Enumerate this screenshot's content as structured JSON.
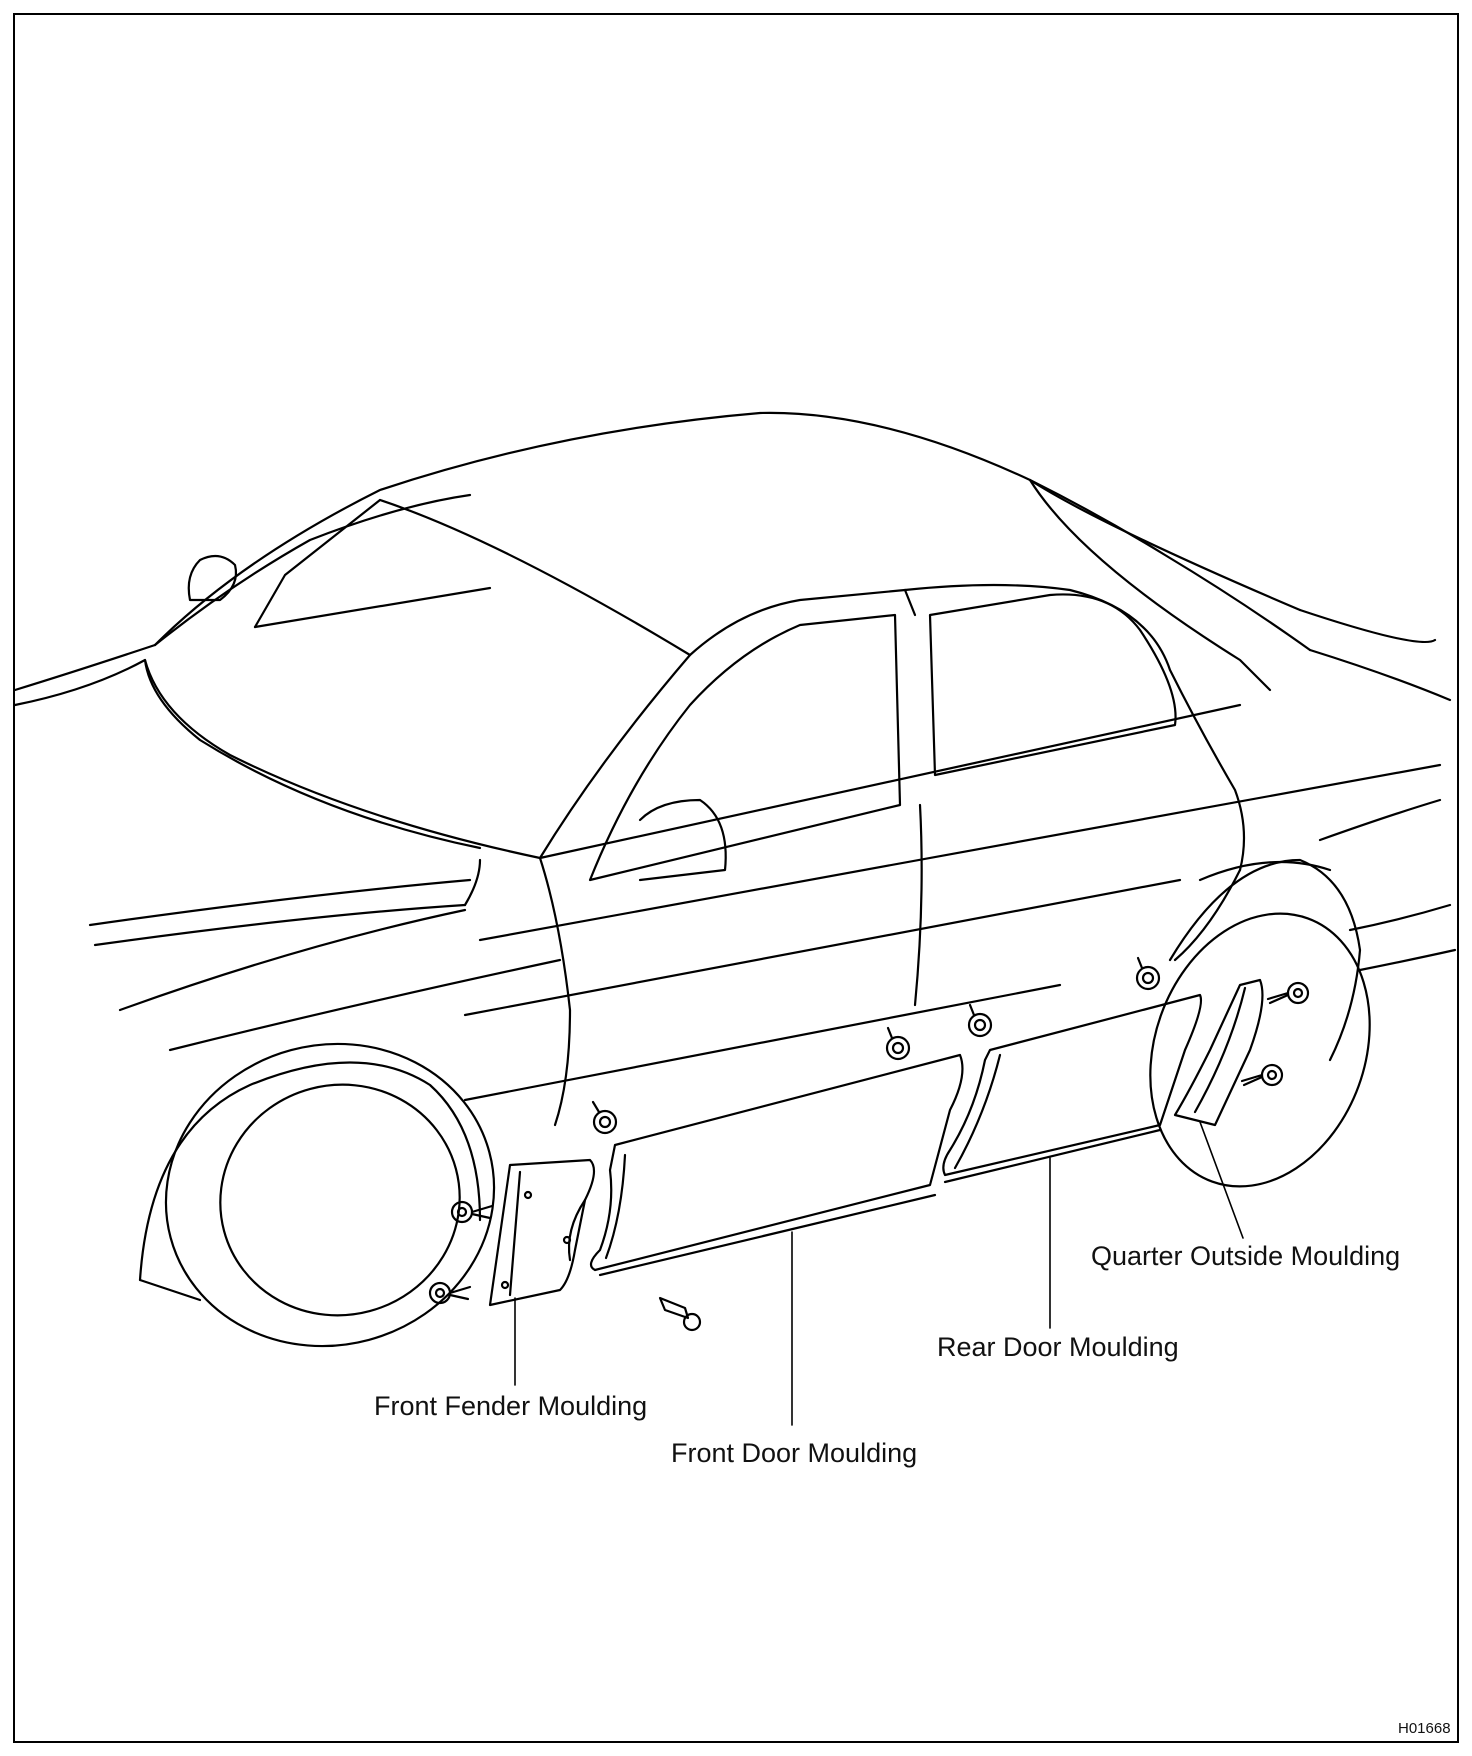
{
  "figure_code": "H01668",
  "callouts": {
    "front_fender": "Front Fender Moulding",
    "front_door": "Front Door Moulding",
    "rear_door": "Rear Door Moulding",
    "quarter_outside": "Quarter Outside Moulding"
  },
  "colors": {
    "line": "#000000",
    "background": "#ffffff"
  }
}
